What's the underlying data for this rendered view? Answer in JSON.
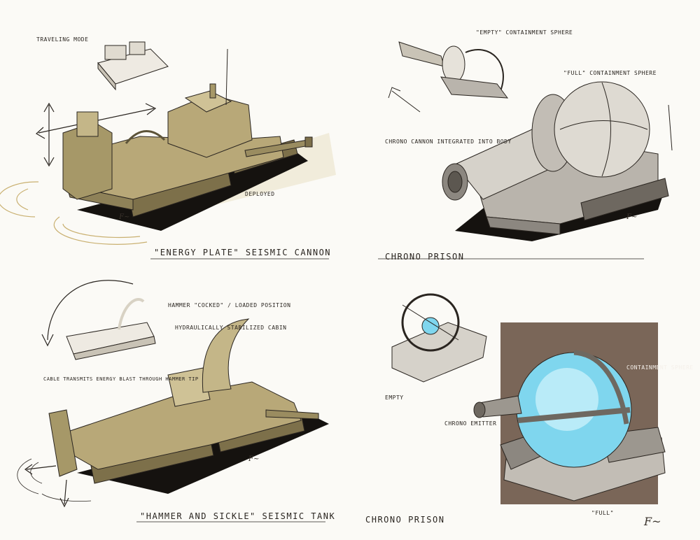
{
  "panels": {
    "seismic_cannon": {
      "caption": "\"Energy Plate\" Seismic Cannon",
      "annotations": {
        "traveling_mode": "Traveling Mode",
        "deployed": "Deployed"
      }
    },
    "chrono_prison_top": {
      "caption": "Chrono Prison",
      "annotations": {
        "empty_sphere": "\"Empty\" Containment Sphere",
        "full_sphere": "\"Full\" Containment Sphere",
        "cannon_body": "Chrono Cannon Integrated into Body"
      }
    },
    "seismic_tank": {
      "caption": "\"Hammer and Sickle\" Seismic Tank",
      "annotations": {
        "hammer_cocked": "Hammer \"Cocked\" / Loaded Position",
        "cabin": "Hydraulically Stabilized Cabin",
        "cable": "Cable Transmits Energy Blast Through Hammer Tip"
      }
    },
    "chrono_prison_bottom": {
      "caption": "Chrono Prison",
      "annotations": {
        "empty": "Empty",
        "emitter": "Chrono Emitter",
        "containment": "Containment Sphere",
        "full": "\"Full\""
      }
    }
  },
  "colors": {
    "paper": "#fbfaf6",
    "khaki": "#b8a878",
    "khaki_dark": "#7d704a",
    "gray_metal": "#b9b4ac",
    "gray_dark": "#6e6860",
    "shadow": "#15120f",
    "ink": "#2a2520",
    "glow": "#7fd6ee",
    "backdrop": "#7a6658"
  }
}
